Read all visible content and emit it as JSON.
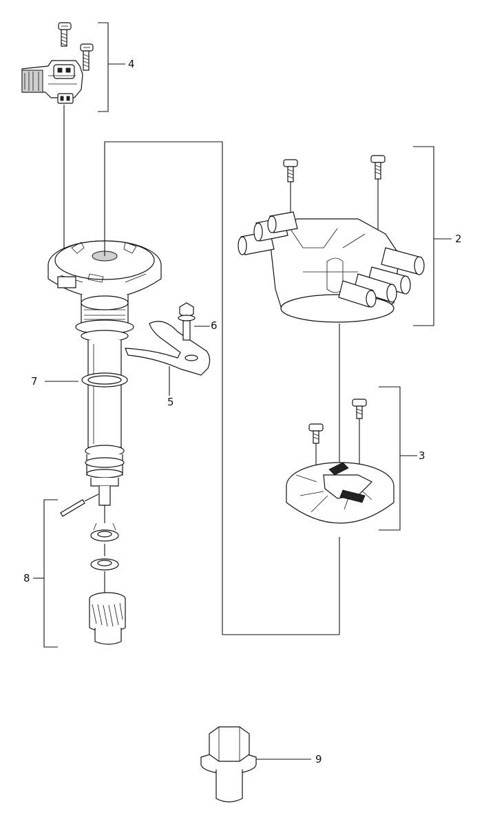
{
  "callouts": [
    {
      "id": "4",
      "text": "4"
    },
    {
      "id": "2",
      "text": "2"
    },
    {
      "id": "6",
      "text": "6"
    },
    {
      "id": "7",
      "text": "7"
    },
    {
      "id": "5",
      "text": "5"
    },
    {
      "id": "3",
      "text": "3"
    },
    {
      "id": "8",
      "text": "8"
    },
    {
      "id": "9",
      "text": "9"
    }
  ]
}
